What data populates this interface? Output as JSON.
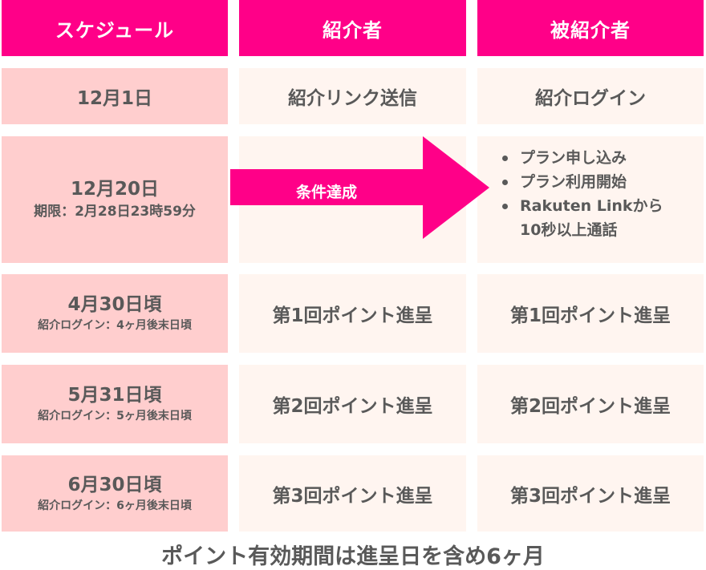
{
  "colors": {
    "header_bg": "#ff0088",
    "header_text": "#ffffff",
    "schedule_cell_bg": "#ffcece",
    "content_cell_bg": "#fff5f0",
    "body_text": "#595959",
    "arrow": "#ff0088"
  },
  "header": {
    "schedule": "スケジュール",
    "referrer": "紹介者",
    "referee": "被紹介者"
  },
  "rows": [
    {
      "date": "12月1日",
      "referrer": "紹介リンク送信",
      "referee": "紹介ログイン"
    },
    {
      "date": "12月20日",
      "note": "期限：2月28日23時59分",
      "arrow_label": "条件達成",
      "referee_conditions": [
        "プラン申し込み",
        "プラン利用開始",
        "Rakuten Linkから",
        "10秒以上通話"
      ]
    },
    {
      "date": "4月30日頃",
      "note": "紹介ログイン：4ヶ月後末日頃",
      "referrer": "第1回ポイント進呈",
      "referee": "第1回ポイント進呈"
    },
    {
      "date": "5月31日頃",
      "note": "紹介ログイン：5ヶ月後末日頃",
      "referrer": "第2回ポイント進呈",
      "referee": "第2回ポイント進呈"
    },
    {
      "date": "6月30日頃",
      "note": "紹介ログイン：6ヶ月後末日頃",
      "referrer": "第3回ポイント進呈",
      "referee": "第3回ポイント進呈"
    }
  ],
  "footer": "ポイント有効期間は進呈日を含め6ヶ月"
}
